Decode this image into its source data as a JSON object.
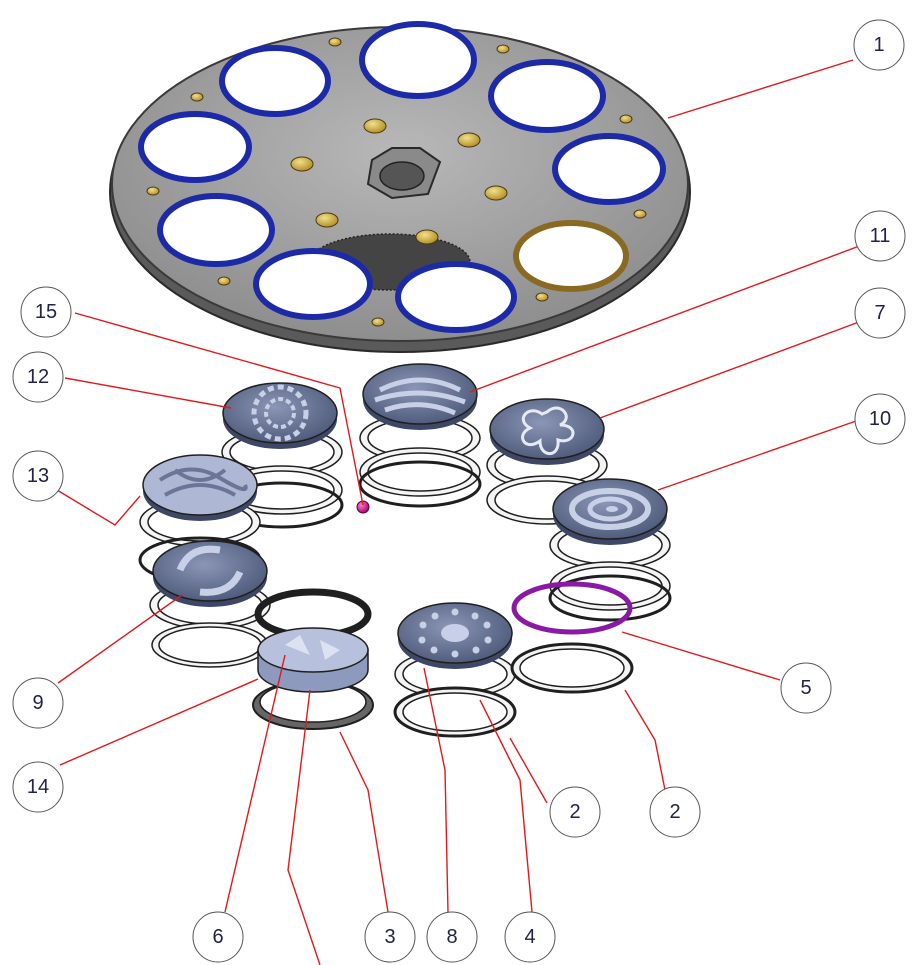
{
  "colors": {
    "leader": "#e0191c",
    "callout_circle": "#555555",
    "callout_text": "#22224a",
    "wheel_plate": "#9a9a9a",
    "wheel_edge": "#3a3a3a",
    "ring_blue": "#1d2aa8",
    "ring_gold": "#8a6a22",
    "brass": "#c9a93a",
    "gobo_face": "#5d6a8c",
    "gobo_pattern": "#c8d0e8",
    "spring": "#f2f2f2",
    "spring_edge": "#1f1f1f",
    "purple_ring": "#8a1aa6",
    "magenta_ball": "#d1128a"
  },
  "callouts": [
    {
      "id": "c1",
      "label": "1"
    },
    {
      "id": "c11",
      "label": "11"
    },
    {
      "id": "c7",
      "label": "7"
    },
    {
      "id": "c10",
      "label": "10"
    },
    {
      "id": "c15",
      "label": "15"
    },
    {
      "id": "c12",
      "label": "12"
    },
    {
      "id": "c13",
      "label": "13"
    },
    {
      "id": "c9",
      "label": "9"
    },
    {
      "id": "c14",
      "label": "14"
    },
    {
      "id": "c5",
      "label": "5"
    },
    {
      "id": "c2a",
      "label": "2"
    },
    {
      "id": "c2b",
      "label": "2"
    },
    {
      "id": "c6",
      "label": "6"
    },
    {
      "id": "c3",
      "label": "3"
    },
    {
      "id": "c8",
      "label": "8"
    },
    {
      "id": "c4",
      "label": "4"
    }
  ]
}
